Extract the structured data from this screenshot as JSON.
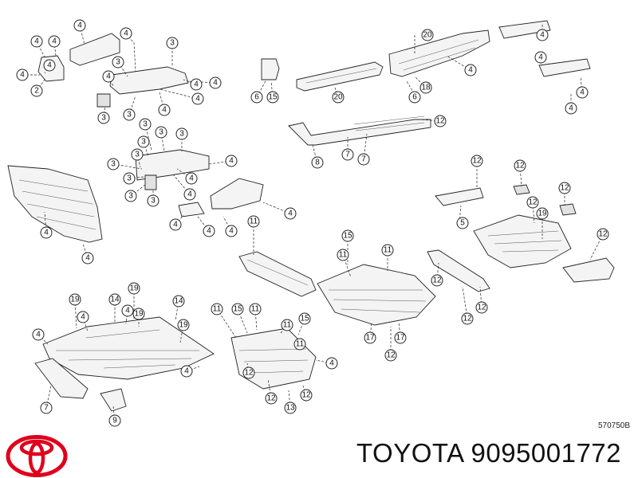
{
  "diagram_code": "570750B",
  "caption": {
    "brand": "TOYOTA",
    "part_number": "9095001772"
  },
  "logo_icon": "toyota-emblem-icon",
  "colors": {
    "line": "#222222",
    "logo_red": "#e0001b",
    "part_fill": "#f4f4f4"
  },
  "callouts": [
    "2",
    "3",
    "4",
    "5",
    "6",
    "7",
    "8",
    "9",
    "11",
    "12",
    "13",
    "14",
    "15",
    "17",
    "18",
    "19",
    "20"
  ]
}
